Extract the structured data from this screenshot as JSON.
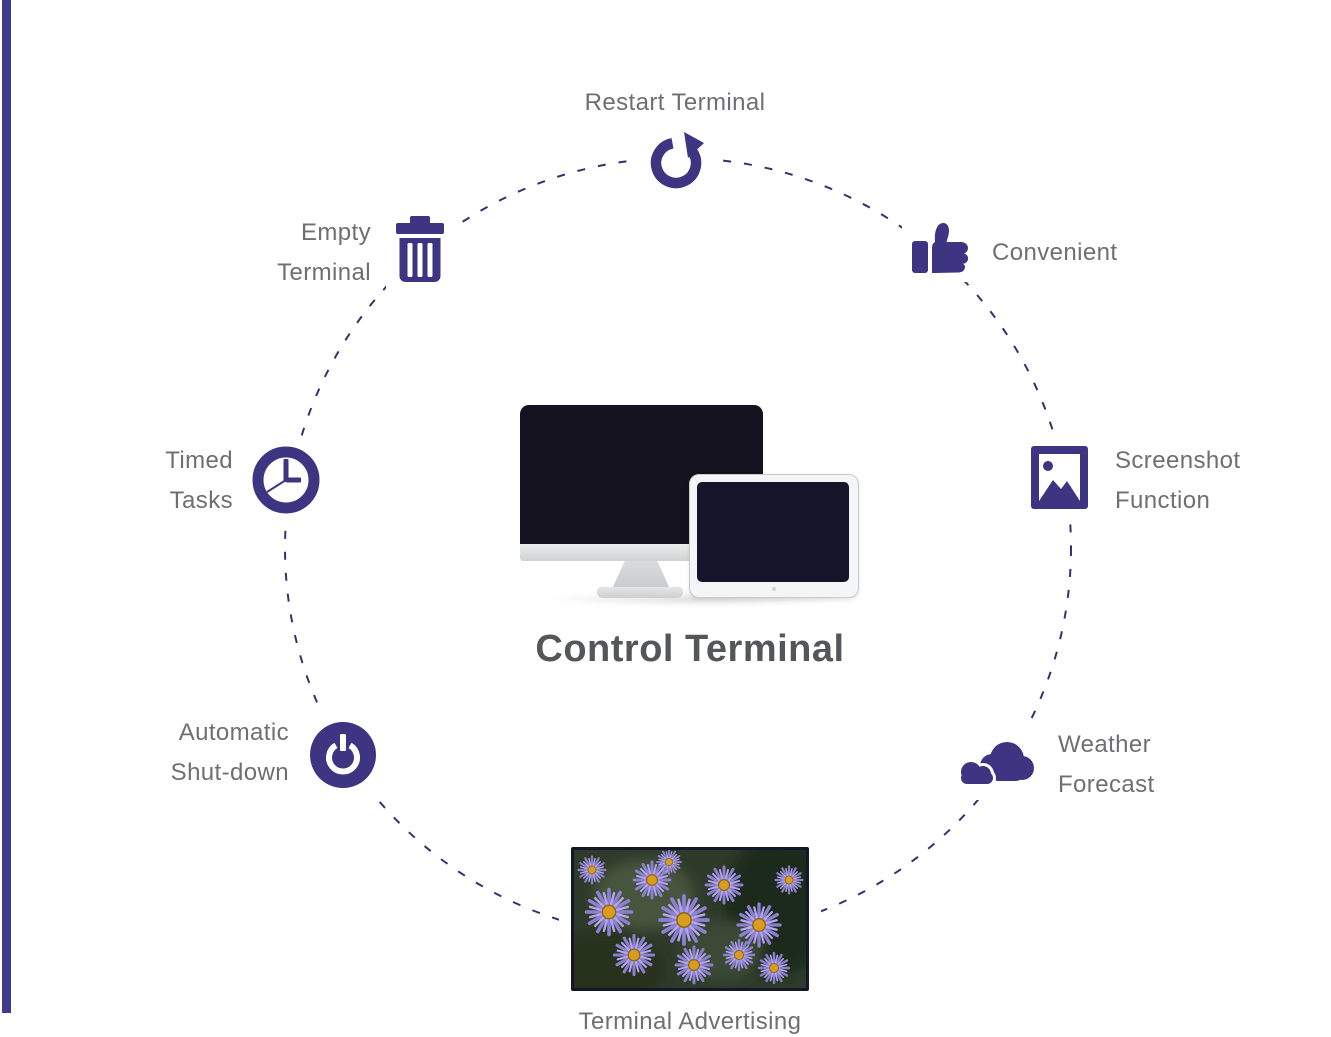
{
  "colors": {
    "accent": "#3d3582",
    "dash": "#37316b",
    "sidebar": "#3e3a8c",
    "label": "#6e6f72",
    "title": "#55565a"
  },
  "center": {
    "title": "Control Terminal",
    "devices": [
      {
        "name": "desktop-monitor"
      },
      {
        "name": "tablet"
      }
    ]
  },
  "features": [
    {
      "id": "restart-terminal",
      "icon": "restart-icon",
      "lines": [
        "Restart Terminal"
      ]
    },
    {
      "id": "convenient",
      "icon": "thumbs-up-icon",
      "lines": [
        "Convenient"
      ]
    },
    {
      "id": "screenshot-function",
      "icon": "picture-icon",
      "lines": [
        "Screenshot",
        "Function"
      ]
    },
    {
      "id": "weather-forecast",
      "icon": "clouds-icon",
      "lines": [
        "Weather",
        "Forecast"
      ]
    },
    {
      "id": "terminal-advertising",
      "icon": "flowers-photo",
      "lines": [
        "Terminal Advertising"
      ]
    },
    {
      "id": "automatic-shut-down",
      "icon": "power-icon",
      "lines": [
        "Automatic",
        "Shut-down"
      ]
    },
    {
      "id": "timed-tasks",
      "icon": "clock-icon",
      "lines": [
        "Timed",
        "Tasks"
      ]
    },
    {
      "id": "empty-terminal",
      "icon": "trash-icon",
      "lines": [
        "Empty",
        "Terminal"
      ]
    }
  ]
}
